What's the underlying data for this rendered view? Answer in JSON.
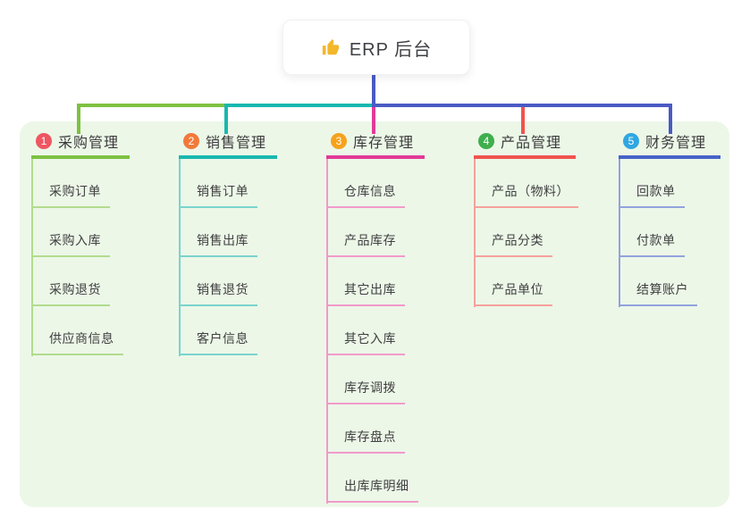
{
  "root": {
    "label": "ERP 后台",
    "icon": "thumbs-up-icon",
    "icon_color": "#f3b72c"
  },
  "connector_color": "#4a5ac4",
  "panel_bg": "#ecf7e8",
  "branches": [
    {
      "badge": "1",
      "label": "采购管理",
      "badge_color": "#ef5661",
      "line_color": "#7ec141",
      "child_line_color": "#b2dc8d",
      "children": [
        "采购订单",
        "采购入库",
        "采购退货",
        "供应商信息"
      ]
    },
    {
      "badge": "2",
      "label": "销售管理",
      "badge_color": "#f2793a",
      "line_color": "#19b8af",
      "child_line_color": "#7ad4cd",
      "children": [
        "销售订单",
        "销售出库",
        "销售退货",
        "客户信息"
      ]
    },
    {
      "badge": "3",
      "label": "库存管理",
      "badge_color": "#f6a21d",
      "line_color": "#e23a97",
      "child_line_color": "#f29aca",
      "children": [
        "仓库信息",
        "产品库存",
        "其它出库",
        "其它入库",
        "库存调拨",
        "库存盘点",
        "出库库明细"
      ]
    },
    {
      "badge": "4",
      "label": "产品管理",
      "badge_color": "#3fae4d",
      "line_color": "#f0544e",
      "child_line_color": "#f6a19c",
      "children": [
        "产品（物料）",
        "产品分类",
        "产品单位"
      ]
    },
    {
      "badge": "5",
      "label": "财务管理",
      "badge_color": "#2fa7e1",
      "line_color": "#4663c8",
      "child_line_color": "#92a3dc",
      "children": [
        "回款单",
        "付款单",
        "结算账户"
      ]
    }
  ]
}
